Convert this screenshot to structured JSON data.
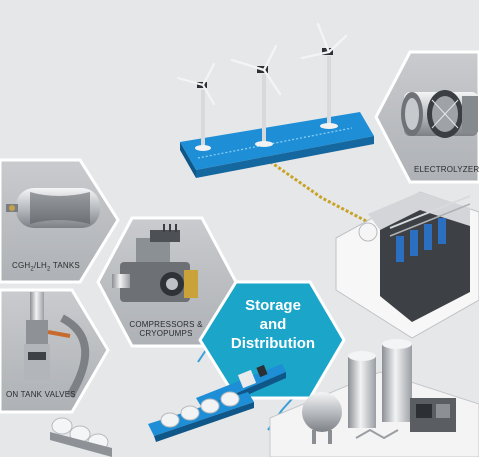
{
  "labels": {
    "electrolyzers": "ELECTROLYZERS",
    "tanks_prefix": "CGH",
    "tanks_sub1": "2",
    "tanks_mid": "/LH",
    "tanks_sub2": "2",
    "tanks_suffix": " TANKS",
    "compressors_line1": "COMPRESSORS &",
    "compressors_line2": "CRYOPUMPS",
    "valves": "ON TANK VALVES"
  },
  "hub": {
    "line1": "Storage",
    "line2": "and",
    "line3": "Distribution"
  },
  "colors": {
    "background": "#e6e7e9",
    "hub_fill": "#1aa5c9",
    "hex_fill": "#bfc1c4",
    "hex_stroke": "#ffffff",
    "platform_blue": "#1e8fd6",
    "pipeline_yellow": "#c8a326"
  },
  "icons": [
    "wind-turbine-icon",
    "electrolyzer-icon",
    "tank-icon",
    "compressor-icon",
    "valve-icon",
    "ship-icon",
    "silo-icon",
    "plant-building-icon"
  ]
}
